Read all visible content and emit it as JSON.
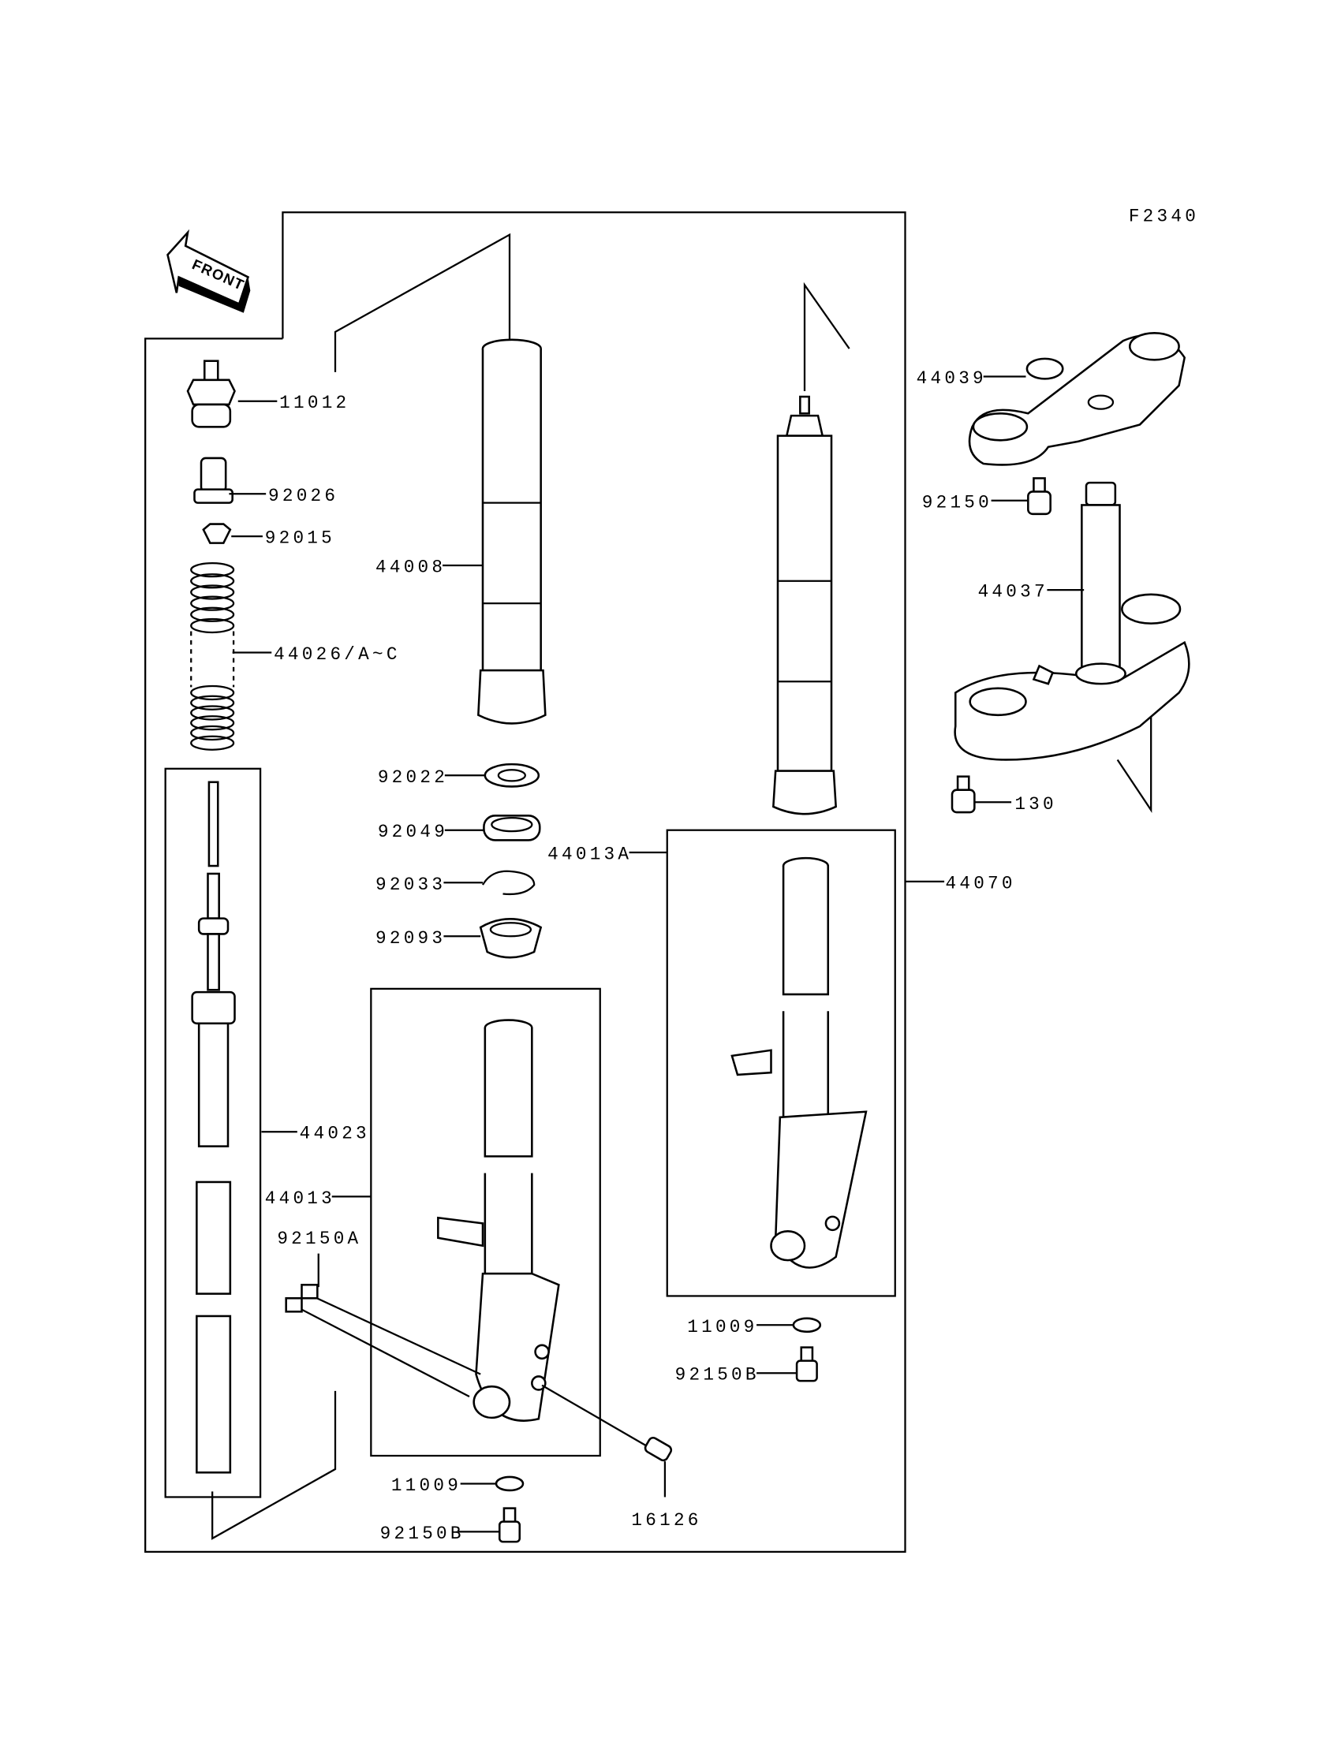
{
  "diagram": {
    "figure_code": "F2340",
    "front_marker": "FRONT",
    "colors": {
      "ink": "#000000",
      "background": "#ffffff"
    },
    "labels": {
      "l11012": "11012",
      "l92026": "92026",
      "l92015": "92015",
      "l44026": "44026/A~C",
      "l44008": "44008",
      "l92022": "92022",
      "l92049": "92049",
      "l92033": "92033",
      "l92093": "92093",
      "l44023": "44023",
      "l44013": "44013",
      "l92150A": "92150A",
      "l11009a": "11009",
      "l92150Ba": "92150B",
      "l16126": "16126",
      "l44013A": "44013A",
      "l11009b": "11009",
      "l92150Bb": "92150B",
      "l44070": "44070",
      "l44039": "44039",
      "l92150": "92150",
      "l44037": "44037",
      "l130": "130"
    }
  }
}
